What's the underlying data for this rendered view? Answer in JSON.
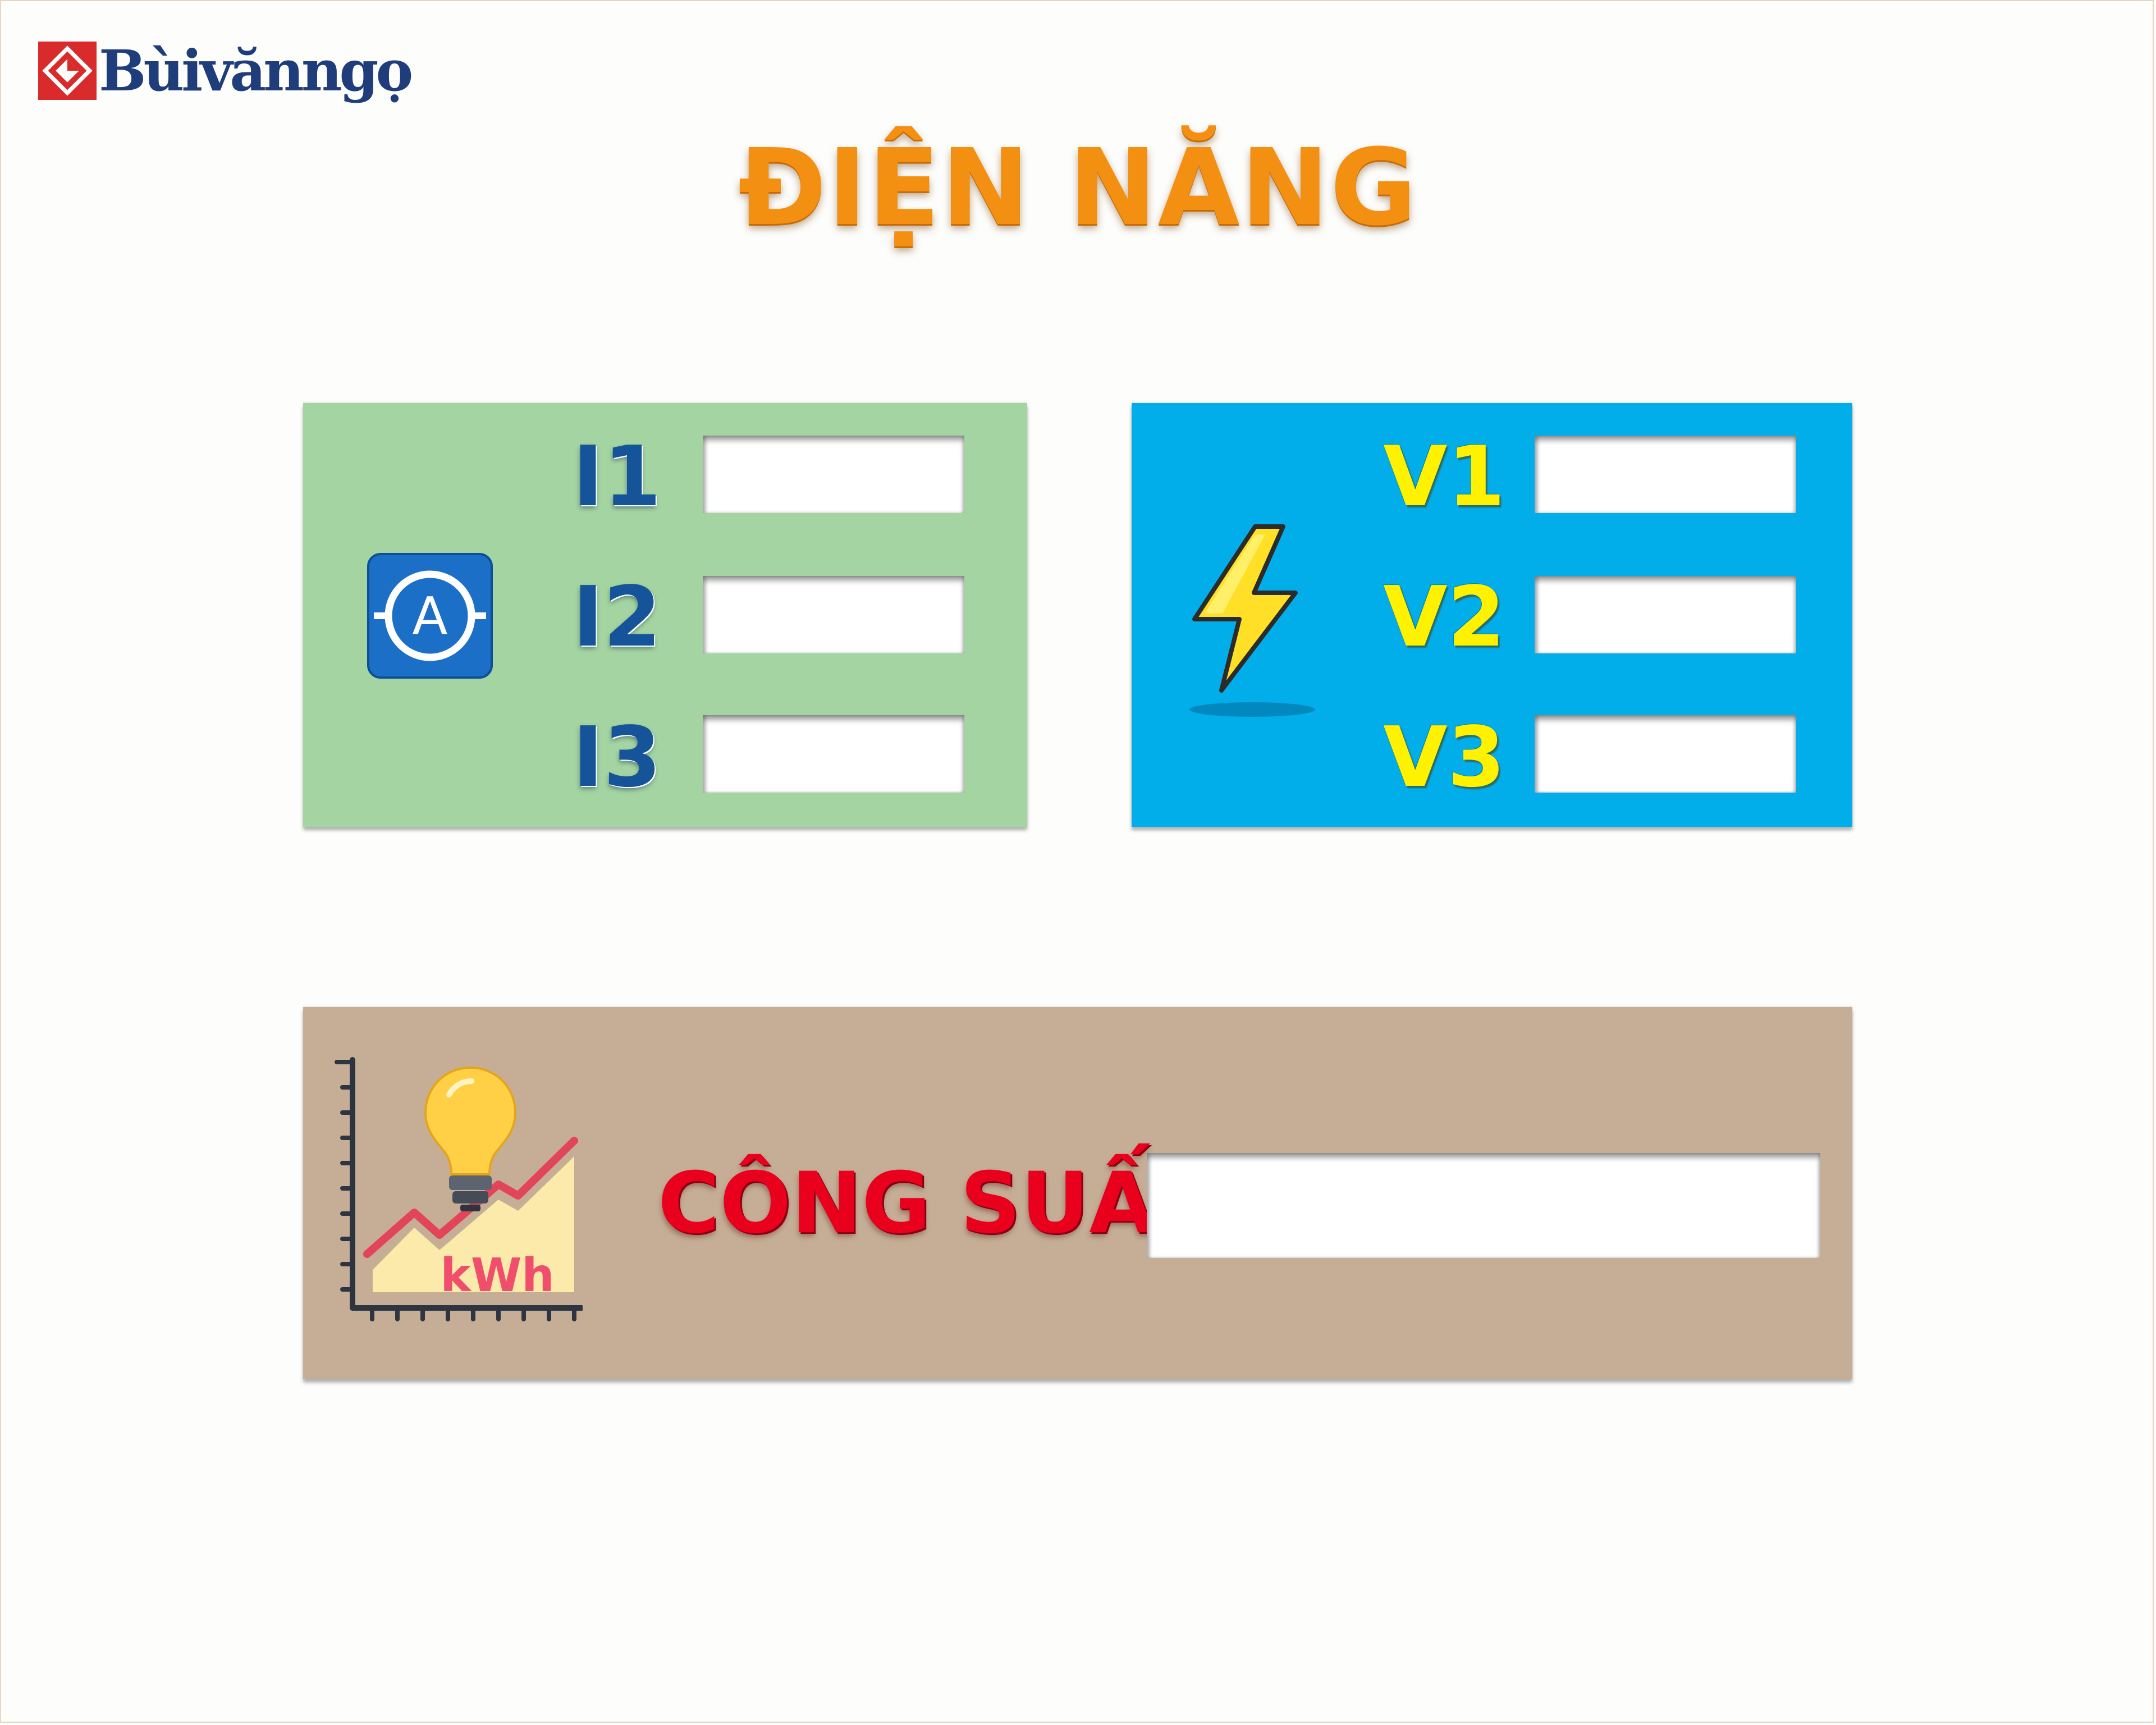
{
  "brand": {
    "name": "Bùivănngọ"
  },
  "page": {
    "title": "ĐIỆN NĂNG"
  },
  "current_panel": {
    "icon": "ammeter-icon",
    "background": "#a4d4a1",
    "rows": [
      {
        "label": "I1",
        "value": ""
      },
      {
        "label": "I2",
        "value": ""
      },
      {
        "label": "I3",
        "value": ""
      }
    ]
  },
  "voltage_panel": {
    "icon": "lightning-bolt-icon",
    "background": "#02aeea",
    "rows": [
      {
        "label": "V1",
        "value": ""
      },
      {
        "label": "V2",
        "value": ""
      },
      {
        "label": "V3",
        "value": ""
      }
    ]
  },
  "power_panel": {
    "icon": "energy-chart-lightbulb-icon",
    "icon_text": "kWh",
    "background": "#c6ae96",
    "label": "CÔNG SUẤT",
    "value": ""
  },
  "colors": {
    "title": "#f39012",
    "current_label": "#16549a",
    "voltage_label": "#fff200",
    "power_label": "#e8001c",
    "logo": "#1f3d7a",
    "logo_mark": "#d92b2b"
  }
}
